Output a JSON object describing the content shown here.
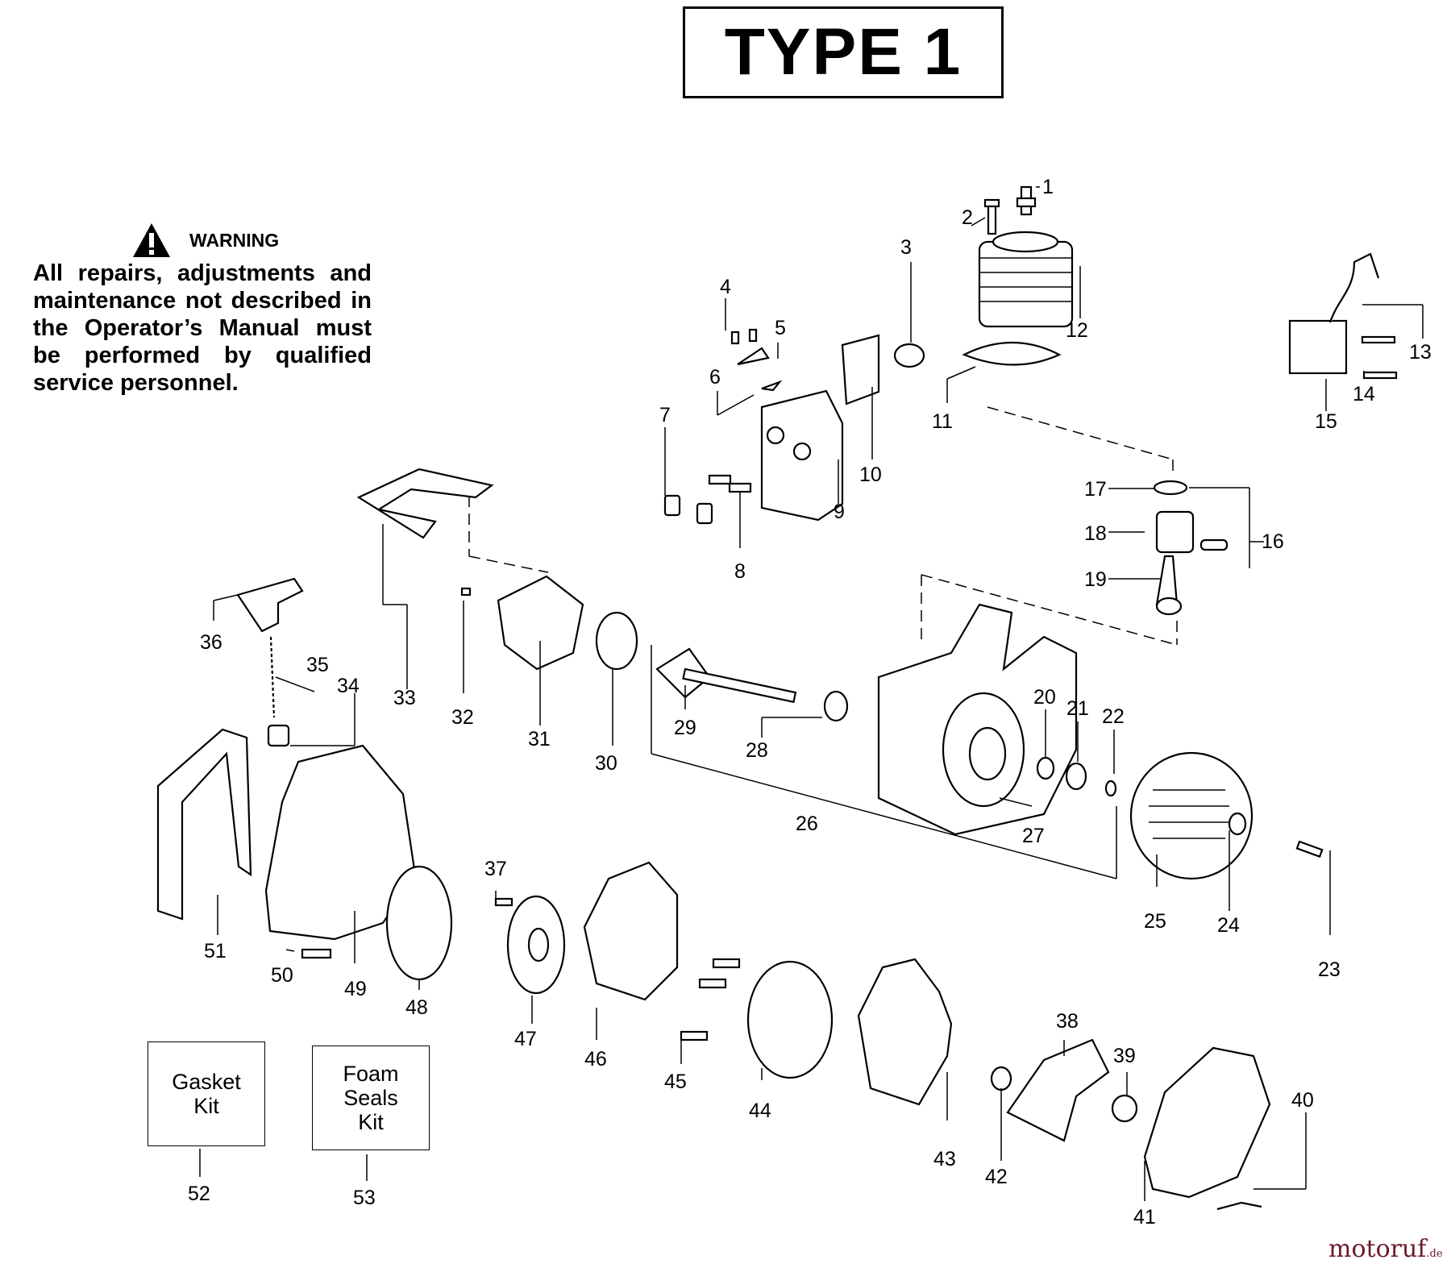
{
  "header": {
    "title": "TYPE 1"
  },
  "warning": {
    "label": "WARNING",
    "text": "All repairs, adjustments and maintenance not described in the Operator’s Manual must be performed by qualified service personnel."
  },
  "kits": [
    {
      "label": "Gasket\nKit",
      "number": "52"
    },
    {
      "label": "Foam\nSeals\nKit",
      "number": "53"
    }
  ],
  "part_numbers": [
    "1",
    "2",
    "3",
    "4",
    "5",
    "6",
    "7",
    "8",
    "9",
    "10",
    "11",
    "12",
    "13",
    "14",
    "15",
    "16",
    "17",
    "18",
    "19",
    "20",
    "21",
    "22",
    "23",
    "24",
    "25",
    "26",
    "27",
    "28",
    "29",
    "30",
    "31",
    "32",
    "33",
    "34",
    "35",
    "36",
    "37",
    "38",
    "39",
    "40",
    "41",
    "42",
    "43",
    "44",
    "45",
    "46",
    "47",
    "48",
    "49",
    "50",
    "51"
  ],
  "watermark": {
    "brand": "motoruf",
    "tld": ".de",
    "color": "#6b1a2b"
  }
}
